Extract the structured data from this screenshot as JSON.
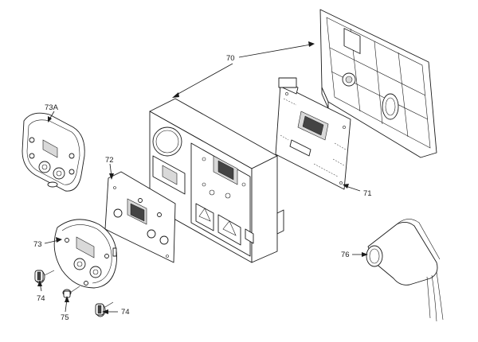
{
  "callouts": {
    "c70": "70",
    "c71": "71",
    "c72": "72",
    "c73": "73",
    "c73A": "73A",
    "c74a": "74",
    "c74b": "74",
    "c75": "75",
    "c76": "76"
  }
}
